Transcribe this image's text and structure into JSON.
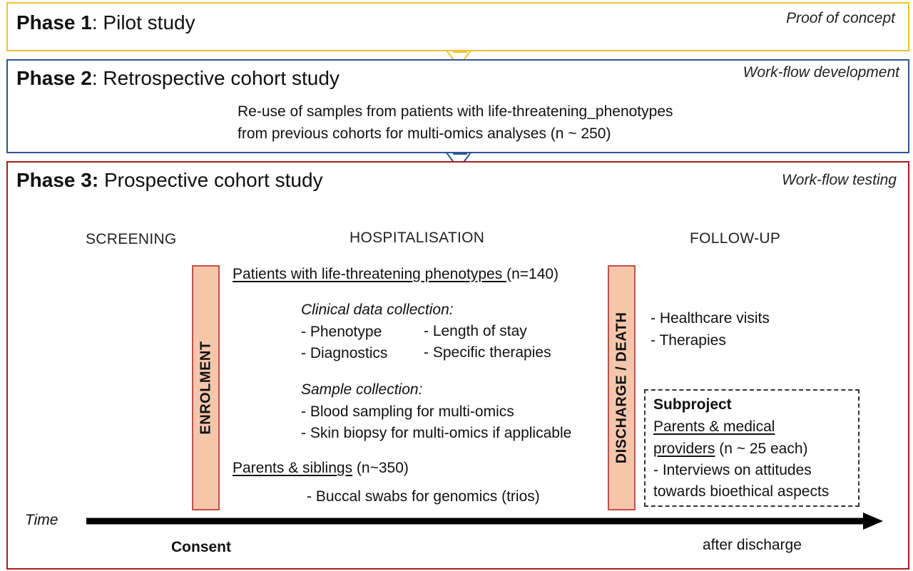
{
  "phase1": {
    "label_bold": "Phase 1",
    "label_rest": ": Pilot study",
    "tag": "Proof of concept"
  },
  "phase2": {
    "label_bold": "Phase 2",
    "label_rest": ": Retrospective cohort study",
    "tag": "Work-flow development",
    "description_line1": "Re-use of samples from patients with life-threatening_phenotypes",
    "description_line2": "from previous cohorts for multi-omics analyses (n ~ 250)"
  },
  "phase3": {
    "label_bold": "Phase 3:",
    "label_rest": " Prospective cohort study",
    "tag": "Work-flow testing",
    "sections": {
      "screening": "SCREENING",
      "hospitalisation": "HOSPITALISATION",
      "followup": "FOLLOW-UP"
    },
    "enrolment": "ENROLMENT",
    "discharge": "DISCHARGE / DEATH",
    "patients": {
      "label": "Patients with life-threatening phenotypes ",
      "count": " (n=140)"
    },
    "clinical": {
      "heading": "Clinical data collection:",
      "col1": [
        "- Phenotype",
        "- Diagnostics"
      ],
      "col2": [
        "- Length of stay",
        "- Specific therapies"
      ]
    },
    "sample": {
      "heading": "Sample collection:",
      "items": [
        "- Blood sampling for multi-omics",
        "- Skin biopsy for multi-omics if applicable"
      ]
    },
    "parents_siblings": {
      "label": "Parents & siblings",
      "count": " (n~350)",
      "item": "- Buccal swabs for genomics (trios)"
    },
    "followup_items": [
      "- Healthcare visits",
      "- Therapies"
    ],
    "subproject": {
      "title": "Subproject",
      "line1": "Parents & medical",
      "line2_u": "providers",
      "line2_rest": " (n ~ 25 each)",
      "line3": "- Interviews on attitudes",
      "line4": "towards bioethical aspects"
    },
    "timeline": {
      "time_label": "Time",
      "consent": "Consent",
      "after_discharge": "after discharge"
    }
  },
  "colors": {
    "phase1_border": "#f1c232",
    "phase2_border": "#2e5597",
    "phase3_border": "#a61c1c",
    "bar_fill": "#f6c6ab",
    "bar_border": "#c0504d"
  }
}
